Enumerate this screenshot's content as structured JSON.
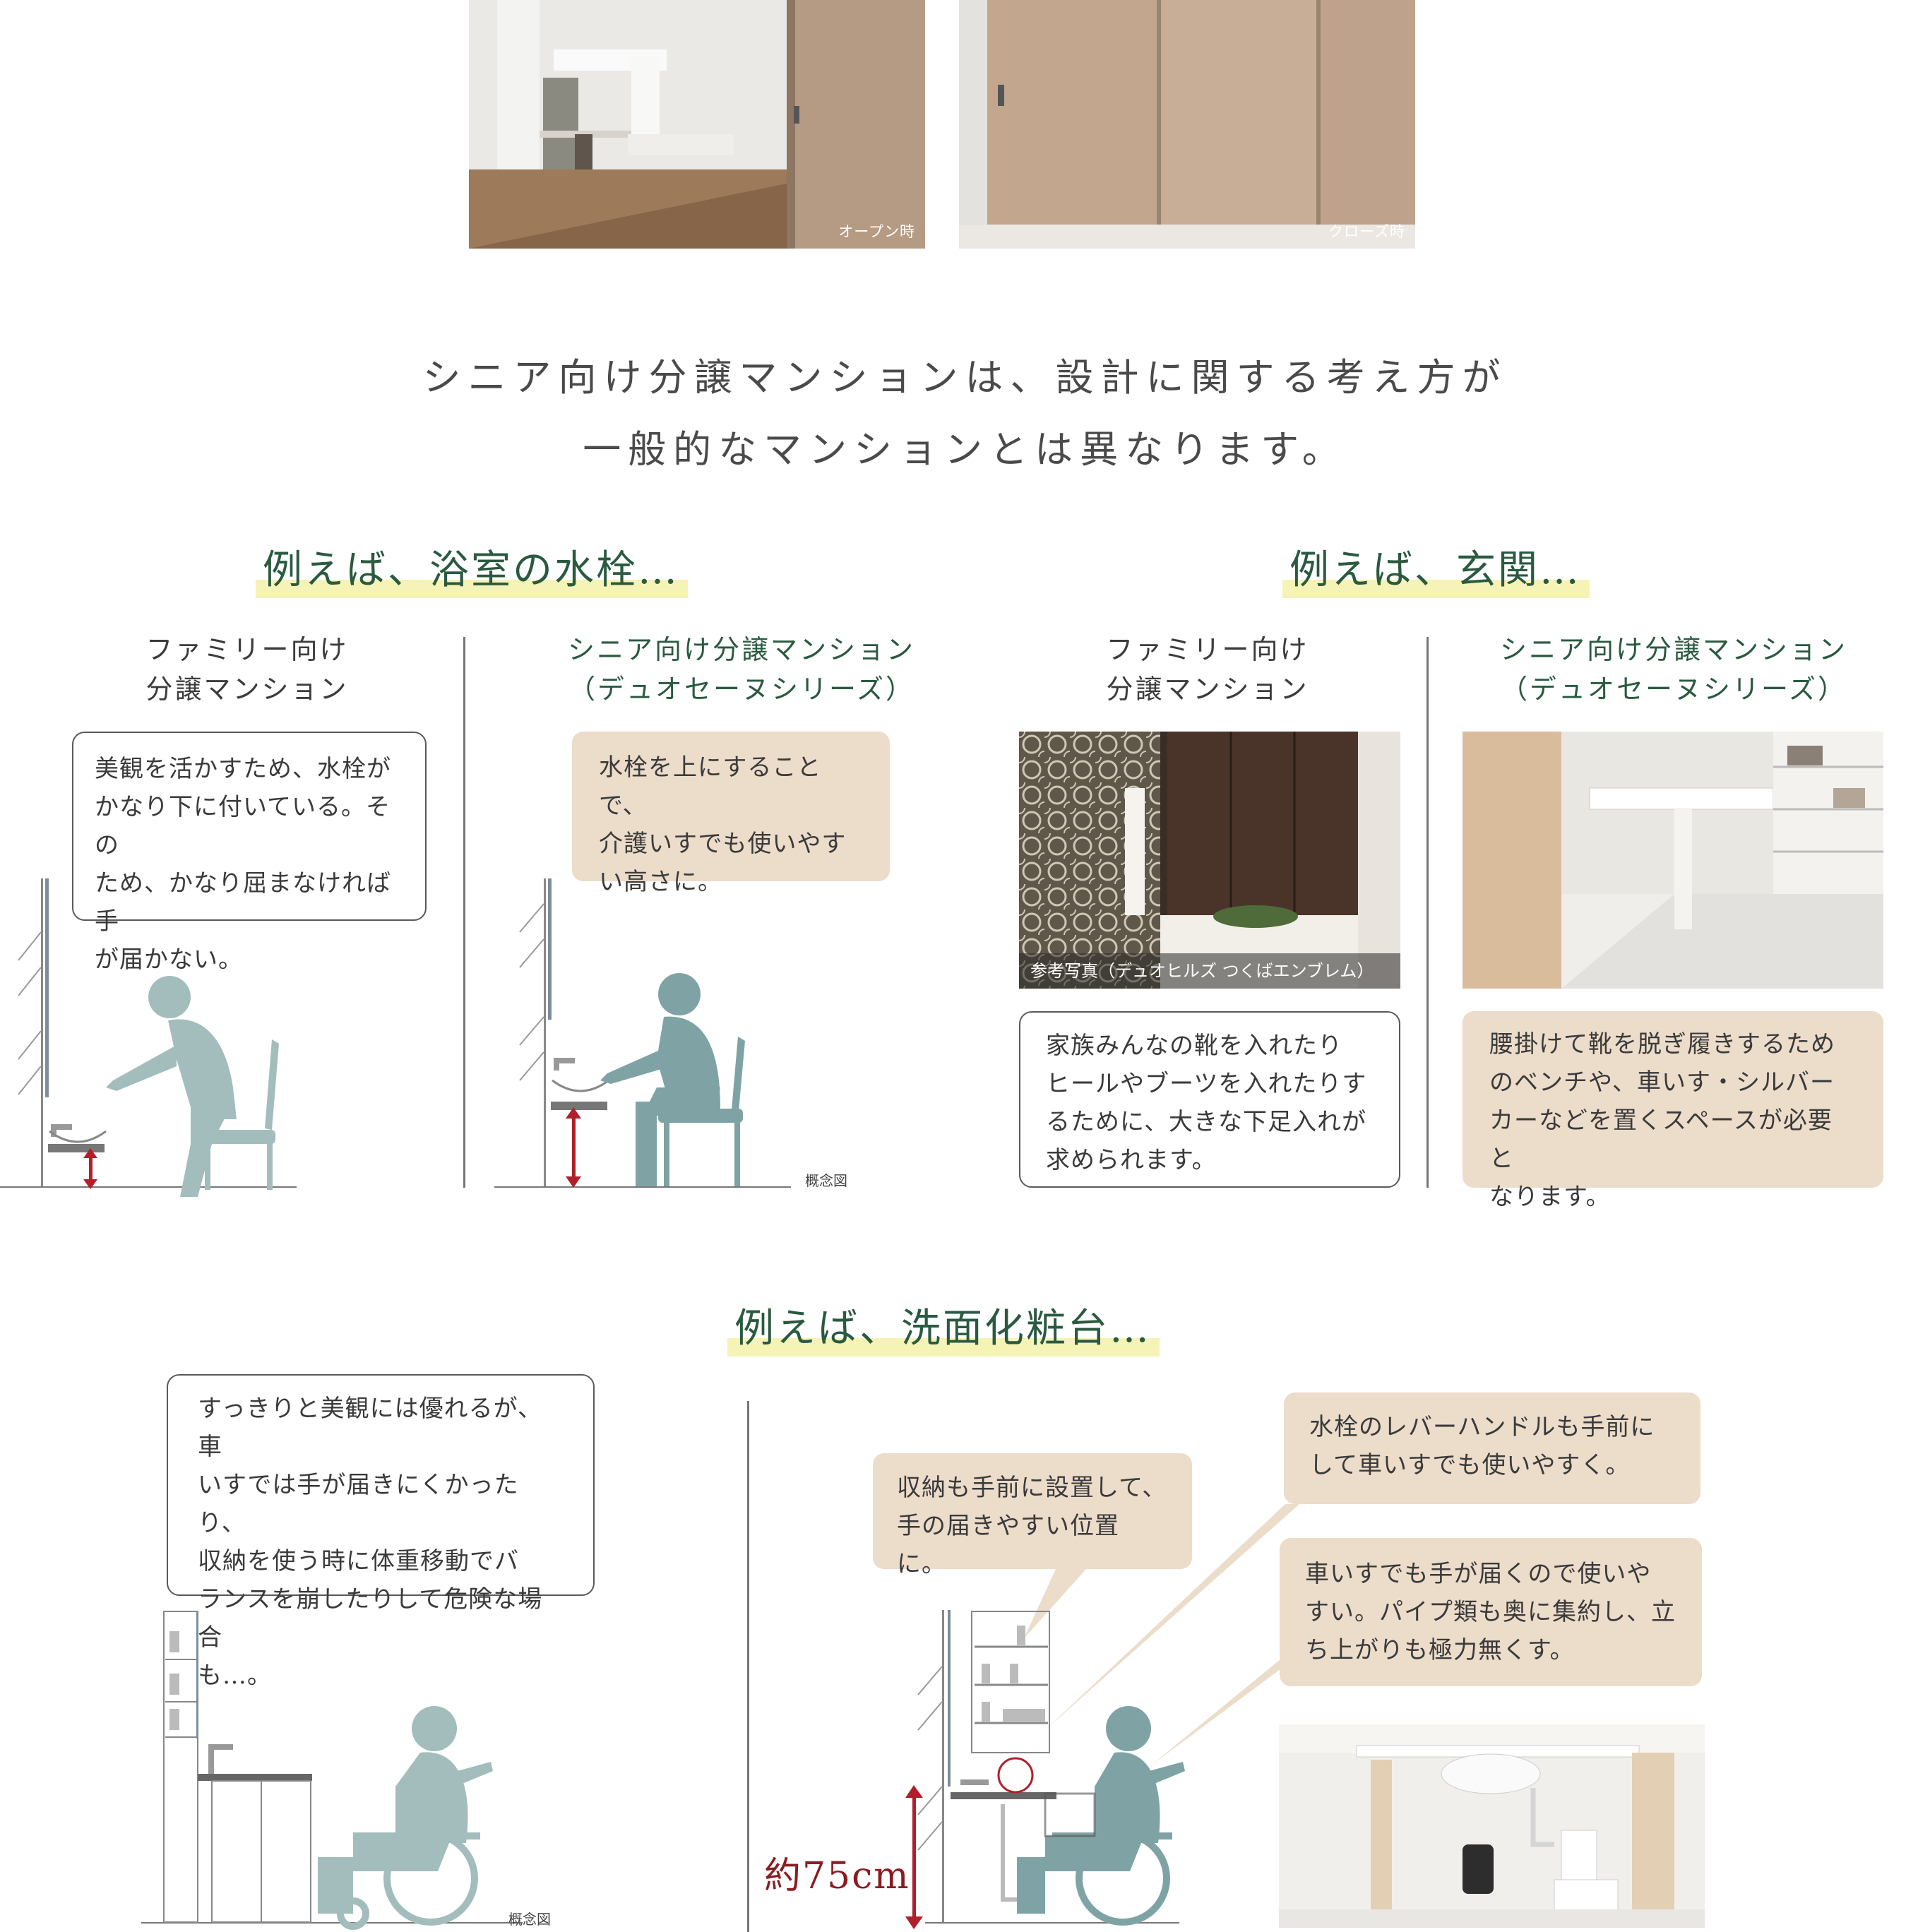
{
  "top_photos": {
    "open_caption": "オープン時",
    "close_caption": "クローズ時"
  },
  "lead": {
    "line1": "シニア向け分譲マンションは、設計に関する考え方が",
    "line2": "一般的なマンションとは異なります。"
  },
  "bath": {
    "heading": "例えば、浴室の水栓…",
    "family_label_1": "ファミリー向け",
    "family_label_2": "分譲マンション",
    "senior_label_1": "シニア向け分譲マンション",
    "senior_label_2": "（デュオセーヌシリーズ）",
    "family_text": [
      "美観を活かすため、水栓が",
      "かなり下に付いている。その",
      "ため、かなり屈まなければ手",
      "が届かない。"
    ],
    "senior_text": [
      "水栓を上にすることで、",
      "介護いすでも使いやす",
      "い高さに。"
    ],
    "concept_note": "概念図"
  },
  "entrance": {
    "heading": "例えば、玄関…",
    "family_label_1": "ファミリー向け",
    "family_label_2": "分譲マンション",
    "senior_label_1": "シニア向け分譲マンション",
    "senior_label_2": "（デュオセーヌシリーズ）",
    "photo_caption": "参考写真（デュオヒルズ つくばエンブレム）",
    "family_text": [
      "家族みんなの靴を入れたり",
      "ヒールやブーツを入れたりす",
      "るために、大きな下足入れが",
      "求められます。"
    ],
    "senior_text": [
      "腰掛けて靴を脱ぎ履きするため",
      "のベンチや、車いす・シルバー",
      "カーなどを置くスペースが必要と",
      "なります。"
    ]
  },
  "vanity": {
    "heading": "例えば、洗面化粧台…",
    "family_text": [
      "すっきりと美観には優れるが、車",
      "いすでは手が届きにくかったり、",
      "収納を使う時に体重移動でバ",
      "ランスを崩したりして危険な場合",
      "も…。"
    ],
    "storage_text": [
      "収納も手前に設置して、",
      "手の届きやすい位置に。"
    ],
    "lever_text": [
      "水栓のレバーハンドルも手前に",
      "して車いすでも使いやすく。"
    ],
    "pipe_text": [
      "車いすでも手が届くので使いや",
      "すい。パイプ類も奥に集約し、立",
      "ち上がりも極力無くす。"
    ],
    "height_label": "約75cm",
    "concept_note": "概念図"
  },
  "colors": {
    "heading_green": "#2a5a40",
    "highlight_yellow": "#f6f3b6",
    "beige_box": "#ecdcca",
    "figure_teal": "#9fb8b8",
    "figure_teal_dark": "#7fa3a4",
    "arrow_red": "#b0202a"
  }
}
